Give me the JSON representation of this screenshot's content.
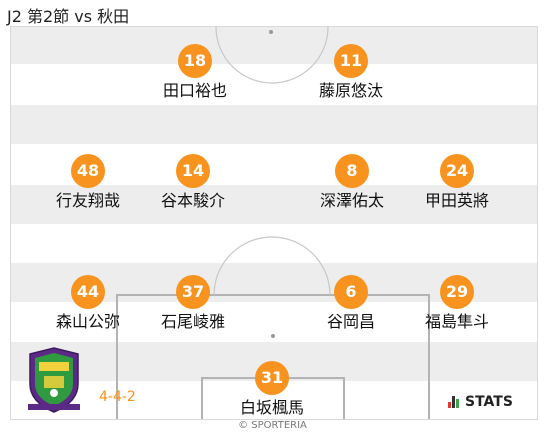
{
  "title": "J2 第2節 vs 秋田",
  "formation": "4-4-2",
  "copyright": "© SPORTERIA",
  "stats_label": "STATS",
  "colors": {
    "number_badge": "#f7931e",
    "stripe": "#ededed",
    "crest_purple": "#5b2a86",
    "crest_green": "#2f9a3f"
  },
  "players": {
    "fw_left": {
      "number": "18",
      "name": "田口裕也"
    },
    "fw_right": {
      "number": "11",
      "name": "藤原悠汰"
    },
    "mf_1": {
      "number": "48",
      "name": "行友翔哉"
    },
    "mf_2": {
      "number": "14",
      "name": "谷本駿介"
    },
    "mf_3": {
      "number": "8",
      "name": "深澤佑太"
    },
    "mf_4": {
      "number": "24",
      "name": "甲田英將"
    },
    "df_1": {
      "number": "44",
      "name": "森山公弥"
    },
    "df_2": {
      "number": "37",
      "name": "石尾崚雅"
    },
    "df_3": {
      "number": "6",
      "name": "谷岡昌"
    },
    "df_4": {
      "number": "29",
      "name": "福島隼斗"
    },
    "gk": {
      "number": "31",
      "name": "白坂楓馬"
    }
  }
}
